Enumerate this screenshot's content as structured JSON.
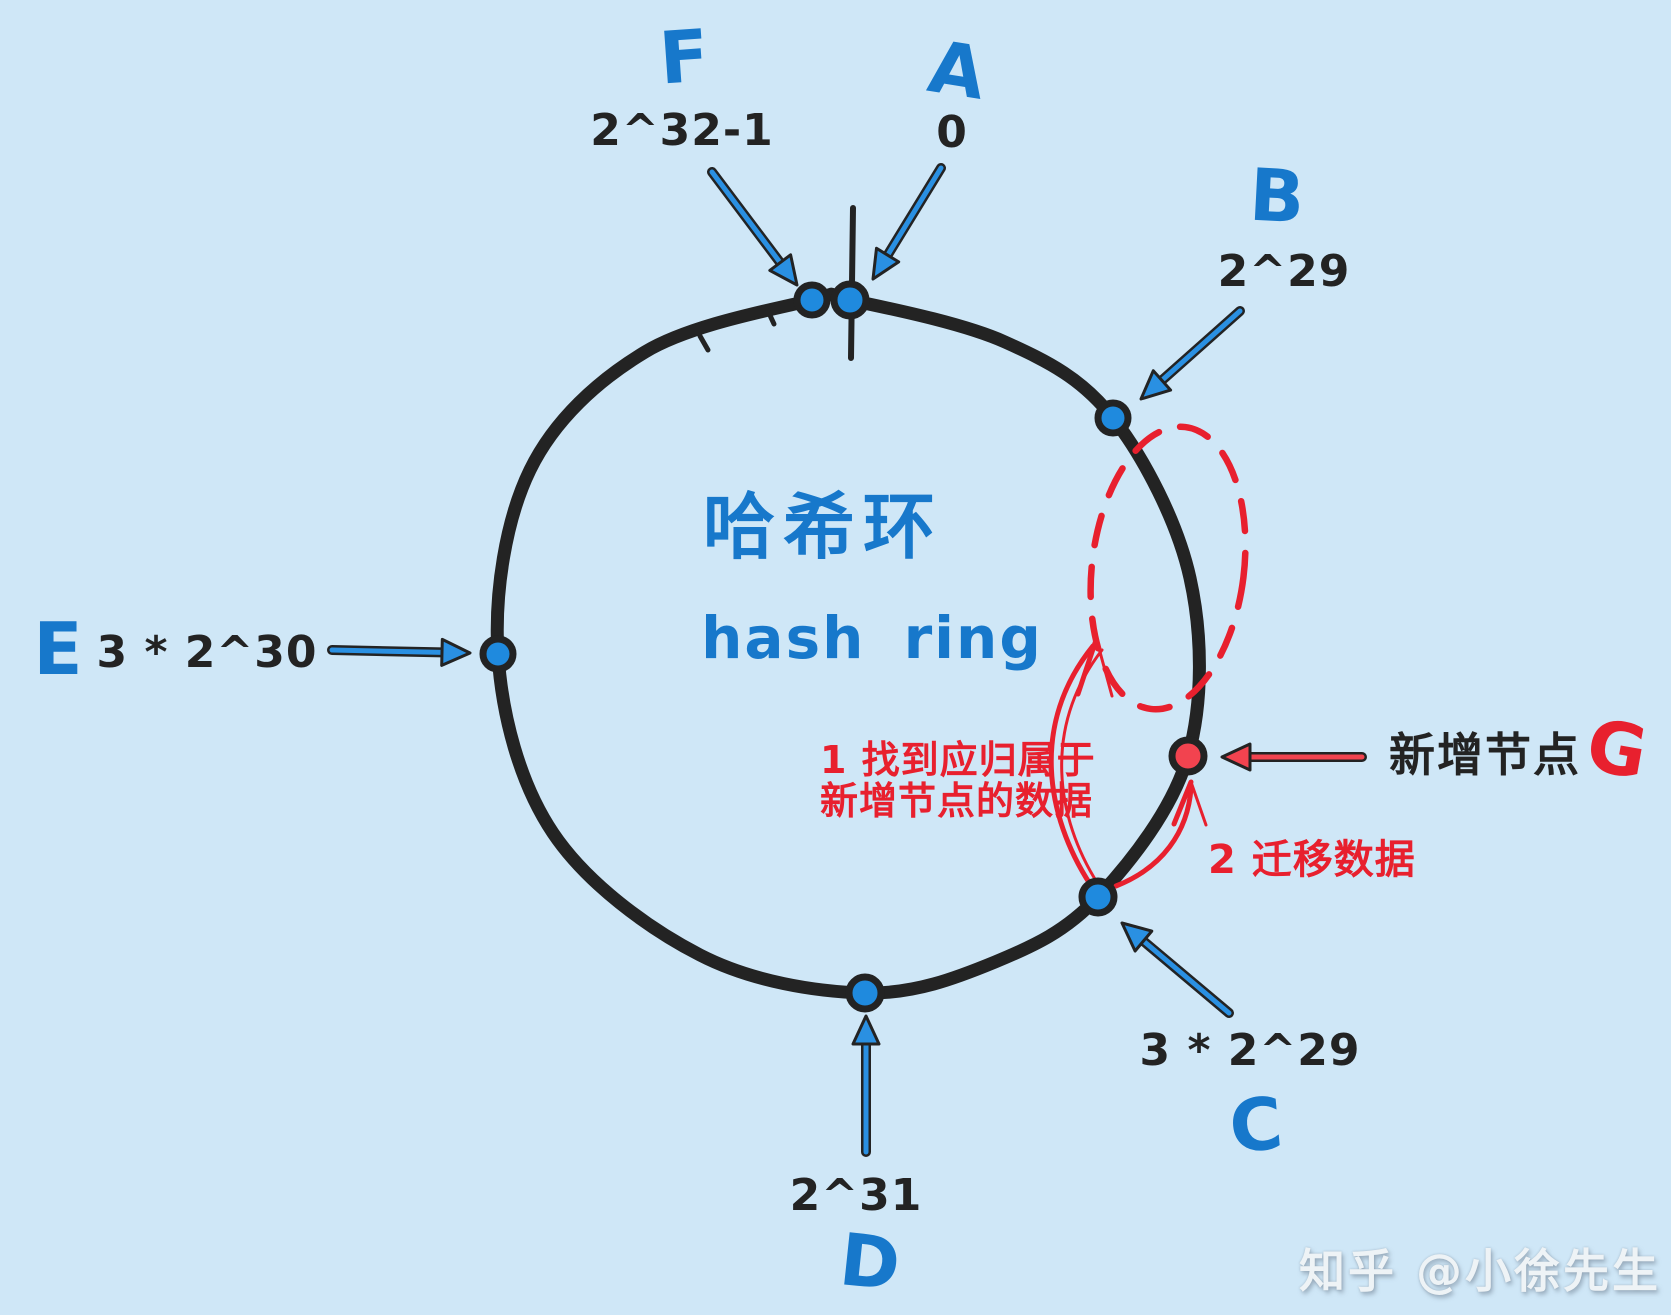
{
  "title": {
    "zh": "哈希环",
    "en": "hash ring"
  },
  "nodes": [
    {
      "id": "A",
      "label": "A",
      "value": "0"
    },
    {
      "id": "B",
      "label": "B",
      "value": "2^29"
    },
    {
      "id": "C",
      "label": "C",
      "value": "3 * 2^29"
    },
    {
      "id": "D",
      "label": "D",
      "value": "2^31"
    },
    {
      "id": "E",
      "label": "E",
      "value": "3 * 2^30"
    },
    {
      "id": "F",
      "label": "F",
      "value": "2^32-1"
    },
    {
      "id": "G",
      "label": "G",
      "value": "新增节点"
    }
  ],
  "annotations": {
    "step1_line1": "1 找到应归属于",
    "step1_line2": "新增节点的数据",
    "step2": "2 迁移数据"
  },
  "watermark": "知乎 @小徐先生",
  "colors": {
    "background": "#cfe7f7",
    "ink": "#232323",
    "blue": "#1778cb",
    "node_blue": "#1f8ade",
    "arrow_blue": "#2a90e2",
    "red": "#e8202e",
    "node_red": "#f2434f",
    "watermark": "#eef3f6"
  }
}
